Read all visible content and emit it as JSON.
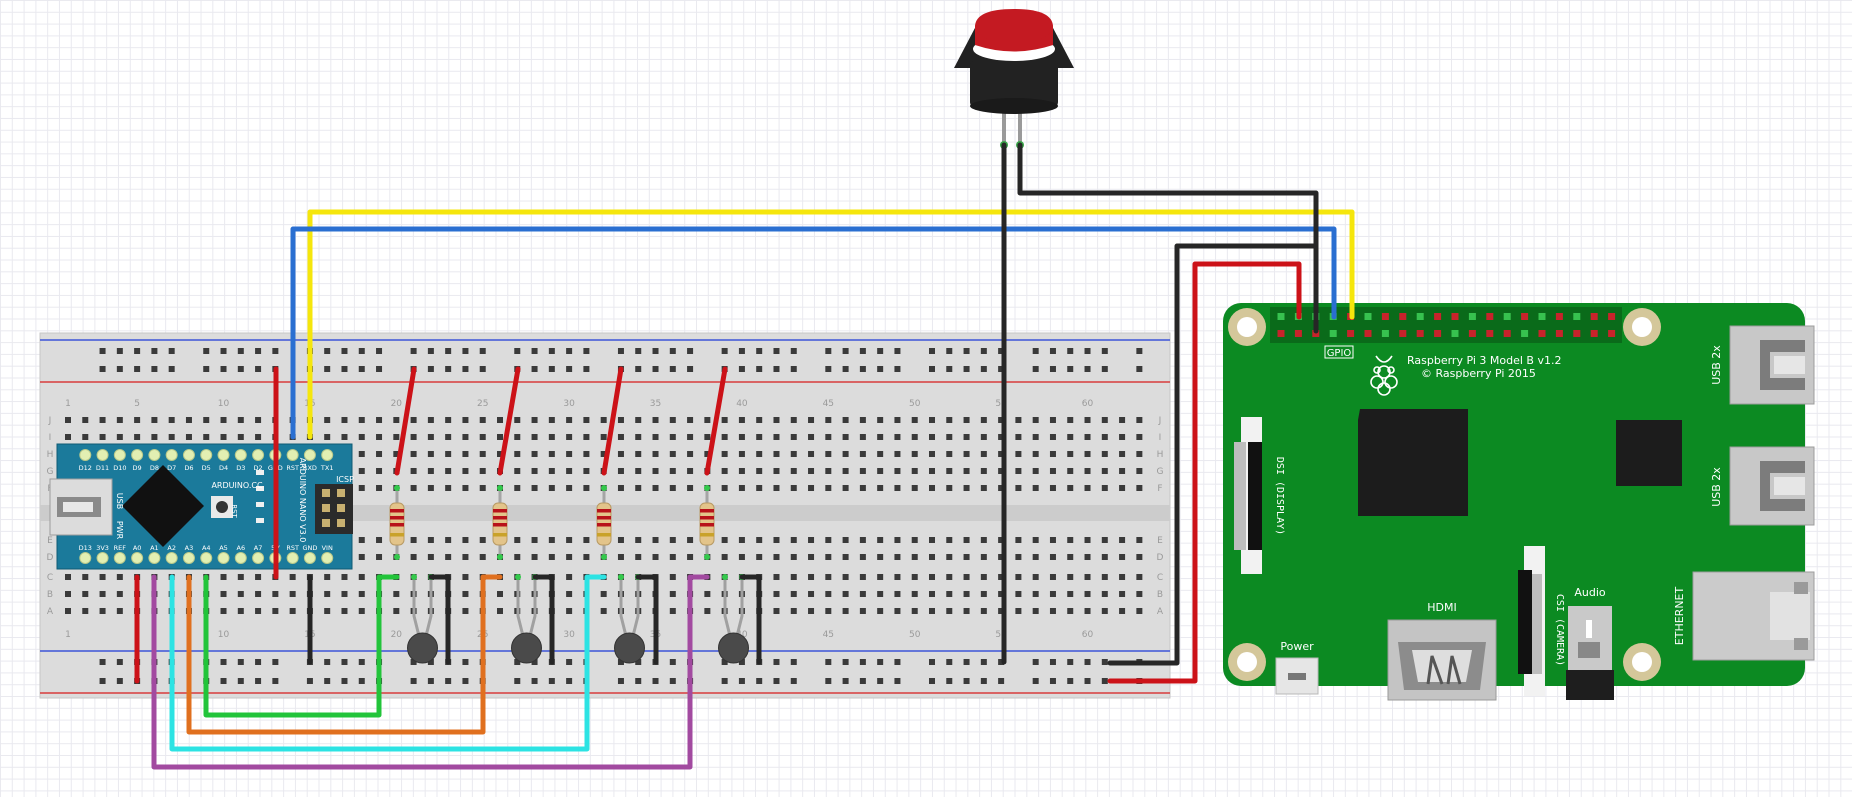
{
  "breadboard": {
    "column_numbers": [
      "1",
      "5",
      "10",
      "15",
      "20",
      "25",
      "30",
      "35",
      "40",
      "45",
      "50",
      "55",
      "60"
    ],
    "row_letters_top": [
      "J",
      "I",
      "H",
      "G",
      "F"
    ],
    "row_letters_bottom": [
      "E",
      "D",
      "C",
      "B",
      "A"
    ]
  },
  "nano": {
    "pins_top": [
      "D12",
      "D11",
      "D10",
      "D9",
      "D8",
      "D7",
      "D6",
      "D5",
      "D4",
      "D3",
      "D2",
      "GND",
      "RST",
      "RXD",
      "TX1"
    ],
    "pins_bottom": [
      "D13",
      "3V3",
      "REF",
      "A0",
      "A1",
      "A2",
      "A3",
      "A4",
      "A5",
      "A6",
      "A7",
      "5V",
      "RST",
      "GND",
      "VIN"
    ],
    "usb_label": "USB",
    "pwr_label": "PWR",
    "site_label": "ARDUINO.CC",
    "model_label": "ARDUINO NANO V3.0",
    "rst_label": "RST",
    "icsp_label": "ICSP",
    "colors": {
      "board": "#1b7a9b",
      "chip": "#111111"
    }
  },
  "pi": {
    "title": "Raspberry Pi 3 Model B v1.2",
    "copyright": "© Raspberry Pi 2015",
    "gpio_label": "GPIO",
    "usb1_label": "USB 2x",
    "usb2_label": "USB 2x",
    "ethernet_label": "ETHERNET",
    "dsi_label": "DSI (DISPLAY)",
    "csi_label": "CSI (CAMERA)",
    "hdmi_label": "HDMI",
    "audio_label": "Audio",
    "power_label": "Power",
    "colors": {
      "board": "#0c8a22",
      "chip": "#1c1c1c"
    }
  },
  "button": {
    "colors": {
      "cap": "#c41a22",
      "body": "#222222"
    }
  },
  "wire_colors": {
    "yellow": "#f5e60c",
    "blue": "#2a6fd1",
    "black": "#262626",
    "red": "#cc1218",
    "green": "#22c43a",
    "orange": "#e0701f",
    "cyan": "#2ce3e3",
    "purple": "#a24aa0"
  }
}
